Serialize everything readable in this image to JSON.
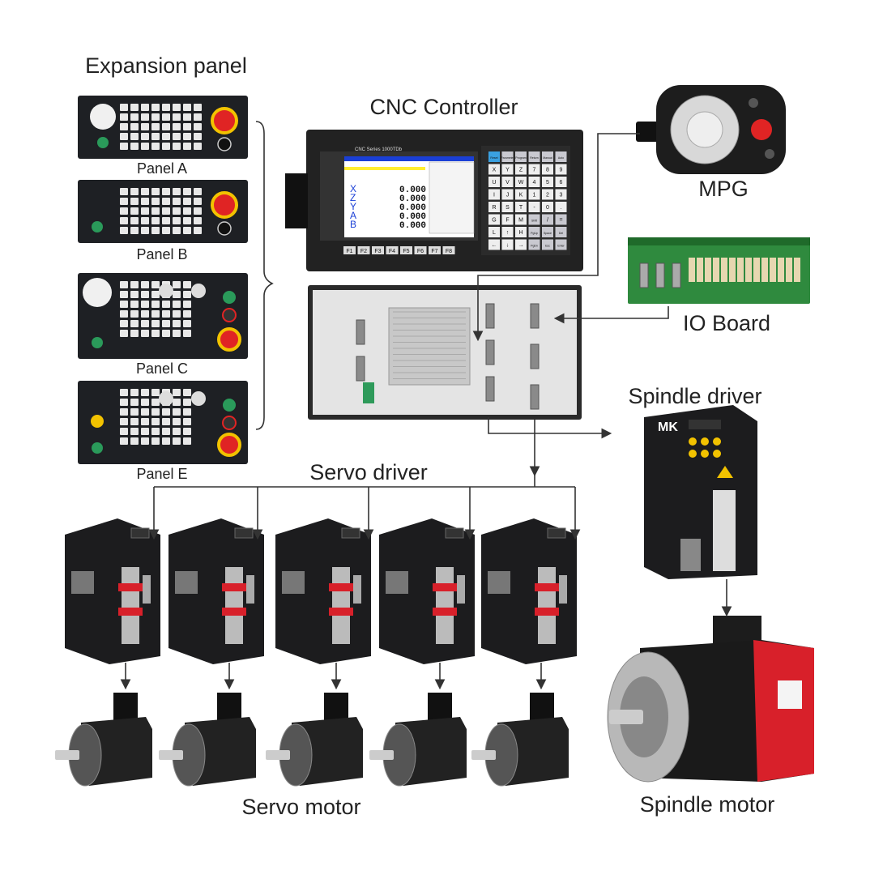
{
  "labels": {
    "expansion_panel": "Expansion panel",
    "panel_a": "Panel A",
    "panel_b": "Panel B",
    "panel_c": "Panel C",
    "panel_e": "Panel E",
    "cnc_controller": "CNC Controller",
    "mpg": "MPG",
    "io_board": "IO Board",
    "spindle_driver": "Spindle driver",
    "servo_driver": "Servo driver",
    "servo_motor": "Servo motor",
    "spindle_motor": "Spindle motor"
  },
  "controller": {
    "brand_title": "CNC Series 1000TDb",
    "axes": [
      "X",
      "Z",
      "Y",
      "A",
      "B"
    ],
    "axis_value": "0.000",
    "function_keys": [
      "F1",
      "F2",
      "F3",
      "F4",
      "F5",
      "F6",
      "F7",
      "F8"
    ],
    "keypad": [
      "Reset",
      "Parameter",
      "Program",
      "Return",
      "Manual",
      "Auto",
      "X",
      "Y",
      "Z",
      "7",
      "8",
      "9",
      "U",
      "V",
      "W",
      "4",
      "5",
      "6",
      "I",
      "J",
      "K",
      "1",
      "2",
      "3",
      "R",
      "S",
      "T",
      "-",
      "0",
      ".",
      "G",
      "F",
      "M",
      "Shift",
      "/",
      "=",
      "L",
      "↑",
      "H",
      "PgUp",
      "Space",
      "Del",
      "←",
      "↓",
      "→",
      "PgDn",
      "Esc",
      "Enter"
    ]
  },
  "colors": {
    "line": "#333333",
    "device": "#1c1c1e",
    "spindle_red": "#d8202a",
    "screen_blue": "#1a3fd6",
    "estop_red": "#e02424",
    "estop_yellow": "#f2c200",
    "io_green": "#2f8a3e"
  }
}
